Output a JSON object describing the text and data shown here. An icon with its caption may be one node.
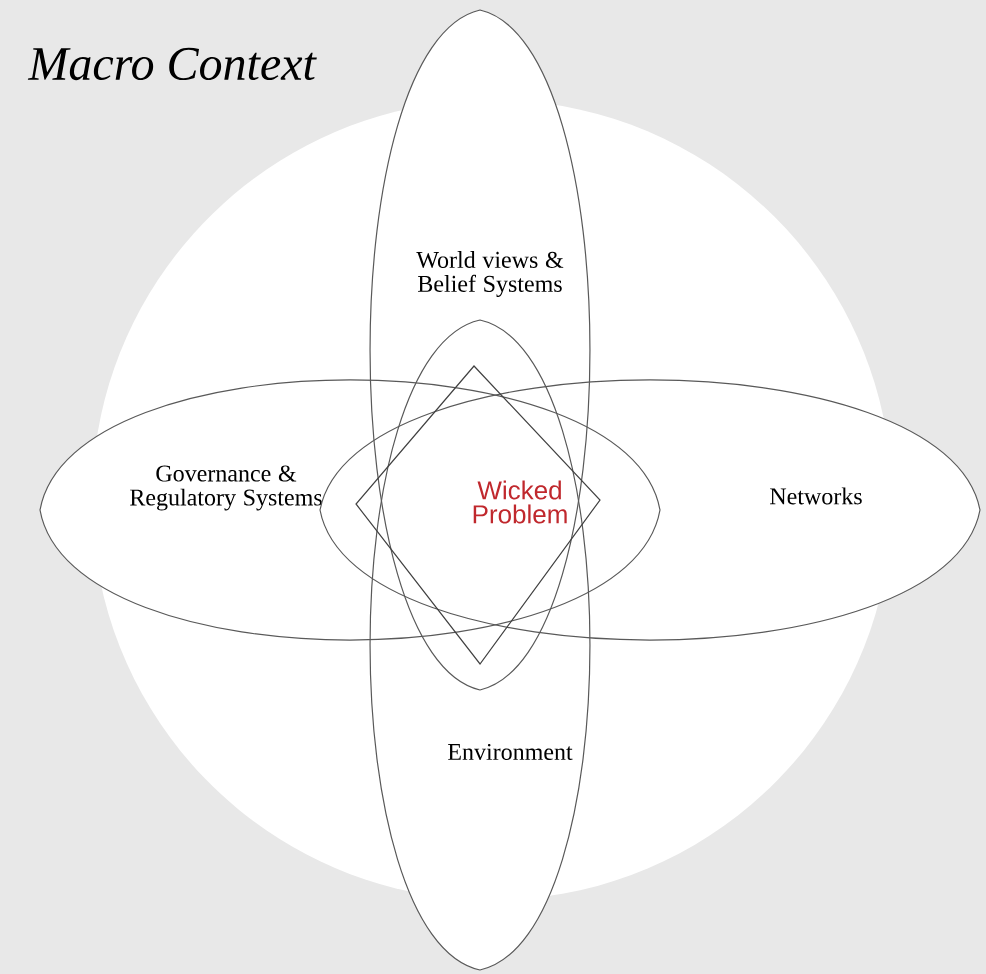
{
  "diagram": {
    "title": "Macro Context",
    "nodes": [
      {
        "text": [
          "World views & Belief Systems"
        ]
      },
      {
        "text": [
          "Governance & Regulatory Systems"
        ]
      },
      {
        "text": [
          "Networks"
        ]
      },
      {
        "text": [
          "Environment"
        ]
      },
      {
        "text": [
          "Wicked Problem"
        ]
      }
    ]
  }
}
